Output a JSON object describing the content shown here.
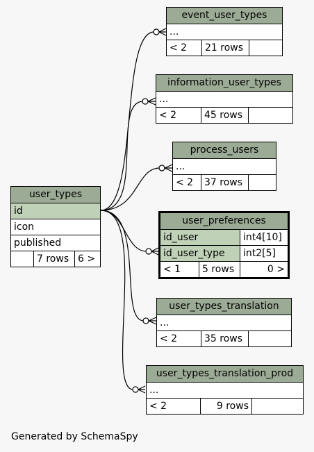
{
  "diagram": {
    "footer": "Generated by SchemaSpy",
    "tables": {
      "event_user_types": {
        "title": "event_user_types",
        "columns": [
          "..."
        ],
        "parents": "< 2",
        "rows": "21 rows",
        "children": ""
      },
      "information_user_types": {
        "title": "information_user_types",
        "columns": [
          "..."
        ],
        "parents": "< 2",
        "rows": "45 rows",
        "children": ""
      },
      "process_users": {
        "title": "process_users",
        "columns": [
          "..."
        ],
        "parents": "< 2",
        "rows": "37 rows",
        "children": ""
      },
      "user_types": {
        "title": "user_types",
        "columns": [
          "id",
          "icon",
          "published"
        ],
        "parents": "",
        "rows": "7 rows",
        "children": "6 >"
      },
      "user_preferences": {
        "title": "user_preferences",
        "columns": [
          {
            "name": "id_user",
            "type": "int4[10]"
          },
          {
            "name": "id_user_type",
            "type": "int2[5]"
          }
        ],
        "parents": "< 1",
        "rows": "5 rows",
        "children": "0 >"
      },
      "user_types_translation": {
        "title": "user_types_translation",
        "columns": [
          "..."
        ],
        "parents": "< 2",
        "rows": "35 rows",
        "children": ""
      },
      "user_types_translation_prod": {
        "title": "user_types_translation_prod",
        "columns": [
          "..."
        ],
        "parents": "< 2",
        "rows": "9 rows",
        "children": ""
      }
    },
    "relationships": [
      {
        "from": "user_types.id",
        "to": "event_user_types"
      },
      {
        "from": "user_types.id",
        "to": "information_user_types"
      },
      {
        "from": "user_types.id",
        "to": "process_users"
      },
      {
        "from": "user_types.id",
        "to": "user_preferences.id_user_type"
      },
      {
        "from": "user_types.id",
        "to": "user_types_translation"
      },
      {
        "from": "user_types.id",
        "to": "user_types_translation_prod"
      }
    ]
  }
}
